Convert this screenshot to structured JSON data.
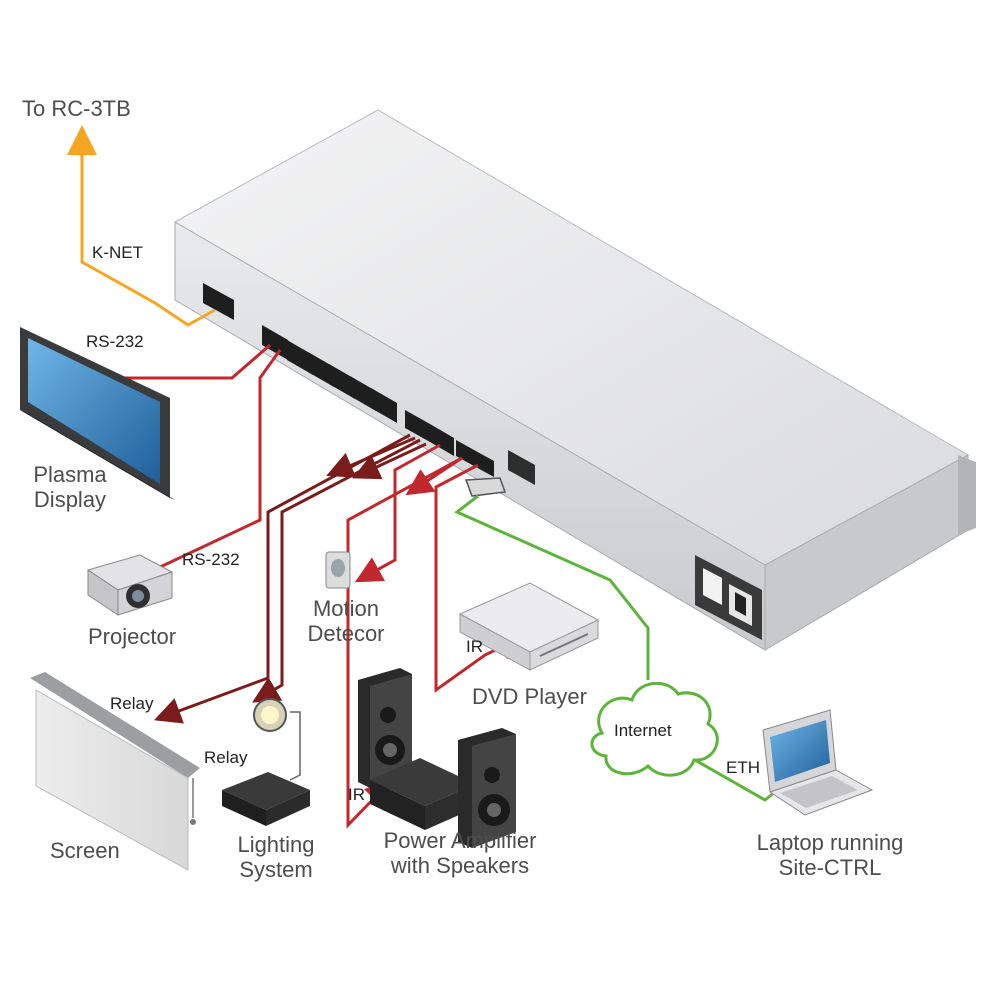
{
  "labels": {
    "to_rc3tb": "To RC-3TB",
    "knet": "K-NET",
    "rs232_display": "RS-232",
    "rs232_projector": "RS-232",
    "plasma_line1": "Plasma",
    "plasma_line2": "Display",
    "projector": "Projector",
    "motion_line1": "Motion",
    "motion_line2": "Detecor",
    "ir_dvd": "IR",
    "dvd_player": "DVD Player",
    "relay_screen": "Relay",
    "relay_lighting": "Relay",
    "screen": "Screen",
    "lighting_line1": "Lighting",
    "lighting_line2": "System",
    "ir_amp": "IR",
    "amp_line1": "Power Amplifier",
    "amp_line2": "with Speakers",
    "internet": "Internet",
    "eth": "ETH",
    "laptop_line1": "Laptop running",
    "laptop_line2": "Site-CTRL"
  },
  "colors": {
    "knet": "#f5a623",
    "rs232": "#c0282d",
    "relay": "#7a1c1c",
    "ethernet": "#5cb53a",
    "device_body": "#e4e5e7"
  }
}
